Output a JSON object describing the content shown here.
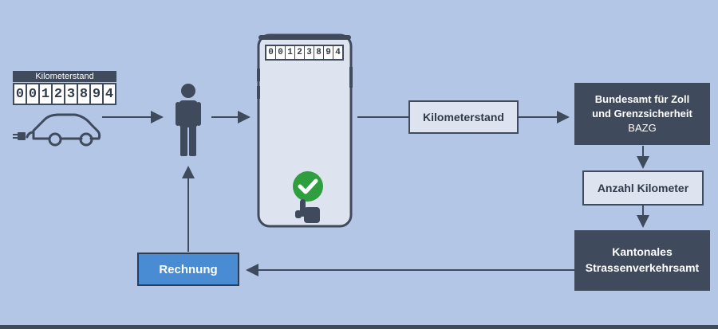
{
  "odometer": {
    "label": "Kilometerstand",
    "digits": [
      "0",
      "0",
      "1",
      "2",
      "3",
      "8",
      "9",
      "4"
    ]
  },
  "phone_odometer": {
    "digits": [
      "0",
      "0",
      "1",
      "2",
      "3",
      "8",
      "9",
      "4"
    ]
  },
  "boxes": {
    "kilometerstand": "Kilometerstand",
    "bazg_line1": "Bundesamt für Zoll",
    "bazg_line2": "und Grenzsicherheit",
    "bazg_abbr": "BAZG",
    "anzahl": "Anzahl Kilometer",
    "kanton_line1": "Kantonales",
    "kanton_line2": "Strassenverkehrsamt",
    "rechnung": "Rechnung"
  },
  "icons": [
    "electric-car-icon",
    "person-icon",
    "smartphone-icon",
    "checkmark-icon",
    "tap-hand-icon",
    "arrow-icon"
  ],
  "colors": {
    "background": "#b3c6e5",
    "dark": "#3f4a5c",
    "light_box": "#dde3ef",
    "invoice_blue": "#4a8cd4",
    "check_green": "#2e9e3e"
  }
}
